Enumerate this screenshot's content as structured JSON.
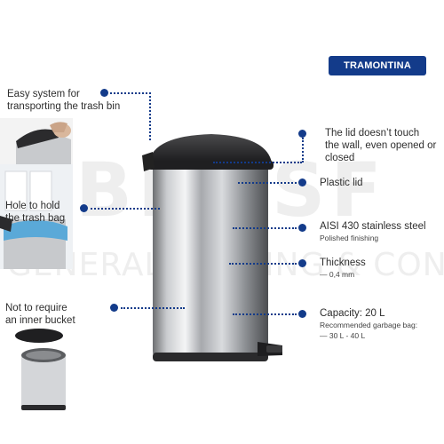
{
  "brand": {
    "name": "TRAMONTINA",
    "color": "#133b8a"
  },
  "features": {
    "transport": {
      "line1": "Easy system for",
      "line2": "transporting the trash bin"
    },
    "hole": {
      "line1": "Hole to hold",
      "line2": "the trash bag"
    },
    "bucket": {
      "line1": "Not  to  require",
      "line2": "an inner bucket"
    },
    "lid": {
      "line1": "The lid doesn’t touch",
      "line2": "the wall, even opened or",
      "line3": "closed"
    },
    "plastic": {
      "title": "Plastic lid"
    },
    "steel": {
      "title": "AISI 430 stainless steel",
      "detail": "Polished finishing"
    },
    "thickness": {
      "title": "Thickness",
      "detail": "— 0,4 mm"
    },
    "capacity": {
      "title": "Capacity: 20 L",
      "detail1": "Recommended garbage bag:",
      "detail2": "— 30 L - 40 L"
    }
  },
  "watermark": {
    "line1": "BINISF",
    "line2": "GENERAL TRADING & CONT. CO."
  }
}
